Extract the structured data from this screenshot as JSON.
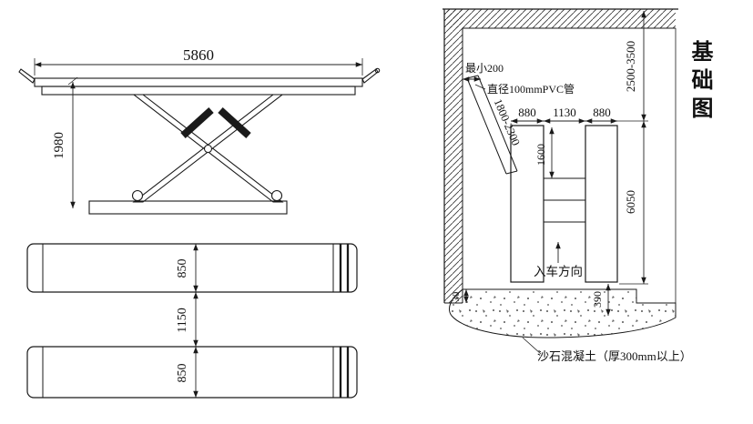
{
  "side_view": {
    "width": "5860",
    "height": "1980"
  },
  "top_view": {
    "platform_width_top": "850",
    "gap": "1150",
    "platform_width_bottom": "850"
  },
  "plan": {
    "title": "基础图",
    "depth_range": "2500-3500",
    "length": "6050",
    "w_left": "880",
    "w_center": "1130",
    "w_right": "880",
    "min_clearance": "最小200",
    "pipe": "直径100mmPVC管",
    "pipe_range": "1800-2300",
    "inner": "1600",
    "entry": "入车方向",
    "d390": "390",
    "d30": "30",
    "concrete": "沙石混凝土（厚300mm以上）"
  }
}
